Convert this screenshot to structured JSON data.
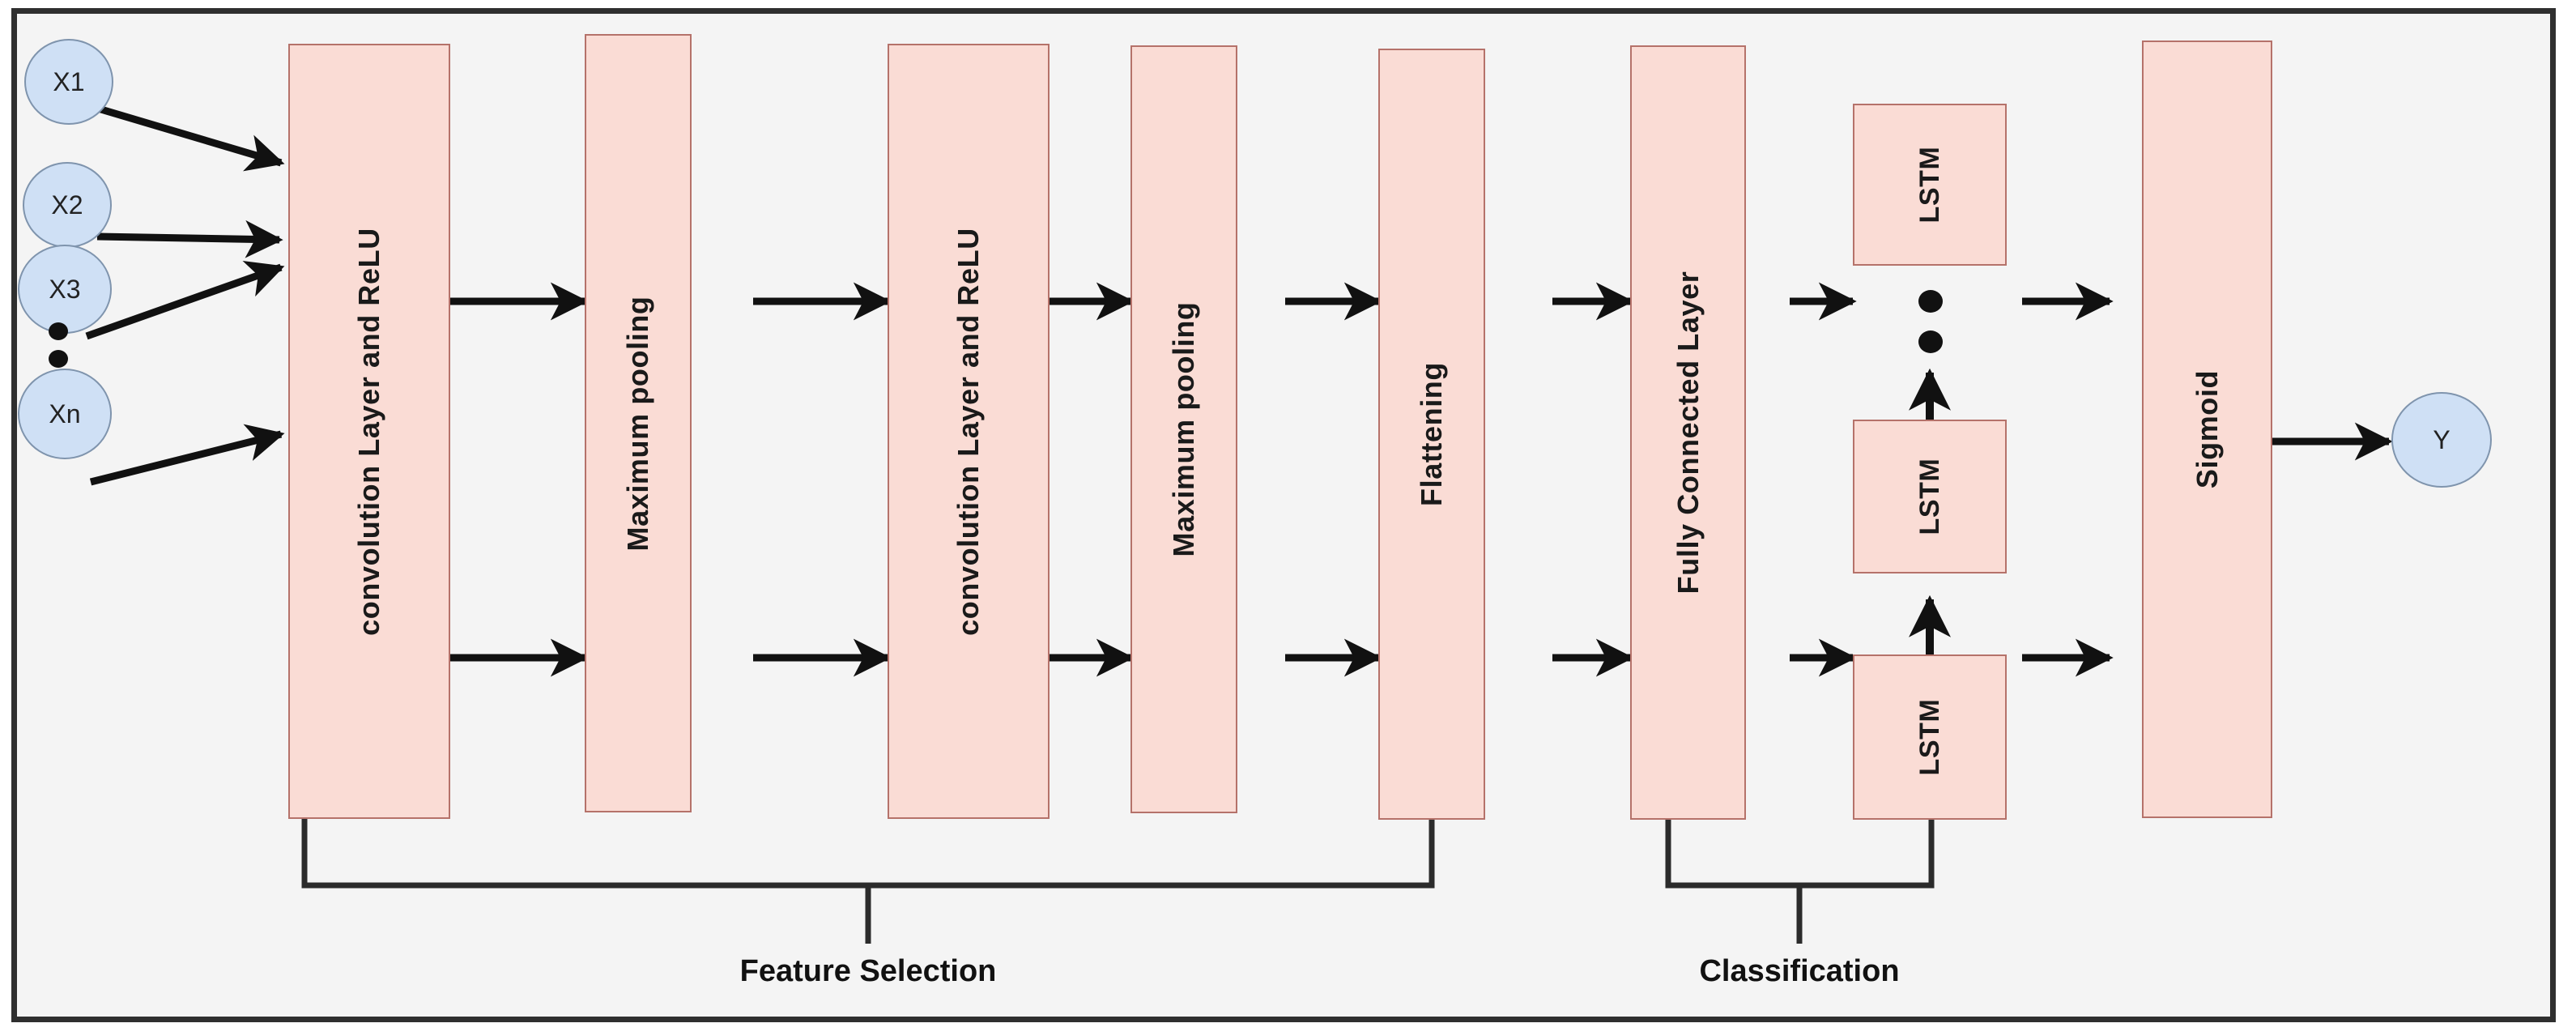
{
  "diagram": {
    "title": "CNN-LSTM architecture block diagram",
    "background_color": "#f4f4f4",
    "frame_color": "#2f2f2f",
    "block_fill": "#fadcd5",
    "block_border": "#b5726a",
    "node_fill": "#cfe0f5",
    "node_border": "#7f94ad",
    "arrow_color": "#111111"
  },
  "inputs": [
    {
      "label": "X1"
    },
    {
      "label": "X2"
    },
    {
      "label": "X3"
    },
    {
      "label": "Xn"
    }
  ],
  "input_ellipsis": "vertical-dots",
  "blocks": [
    {
      "id": "conv1",
      "label": "convolution Layer and ReLU"
    },
    {
      "id": "pool1",
      "label": "Maximum pooling"
    },
    {
      "id": "conv2",
      "label": "convolution Layer and ReLU"
    },
    {
      "id": "pool2",
      "label": "Maximum pooling"
    },
    {
      "id": "flatten",
      "label": "Flattening"
    },
    {
      "id": "fc",
      "label": "Fully Connected Layer"
    },
    {
      "id": "lstm_top",
      "label": "LSTM"
    },
    {
      "id": "lstm_mid",
      "label": "LSTM"
    },
    {
      "id": "lstm_bottom",
      "label": "LSTM"
    },
    {
      "id": "sigmoid",
      "label": "Sigmoid"
    }
  ],
  "lstm_ellipsis": "vertical-dots",
  "output": {
    "label": "Y"
  },
  "groups": [
    {
      "id": "feature-selection",
      "label": "Feature Selection"
    },
    {
      "id": "classification",
      "label": "Classification"
    }
  ]
}
